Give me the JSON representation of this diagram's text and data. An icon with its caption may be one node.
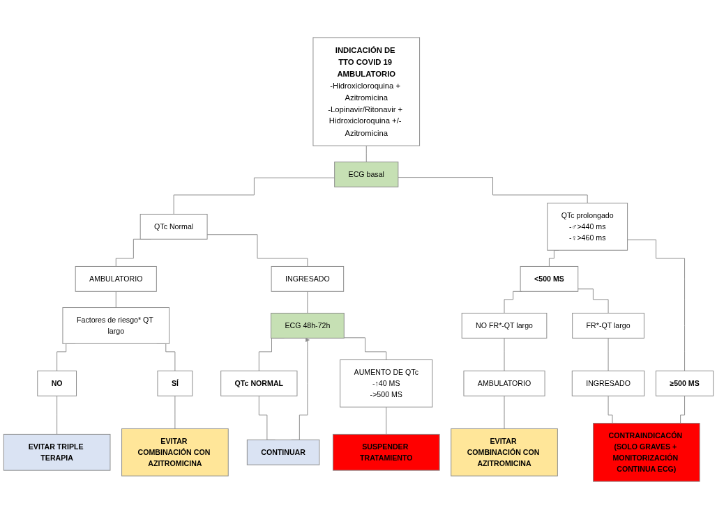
{
  "diagram": {
    "nodes": [
      {
        "text": [
          "INDICACIÓN DE TTO COVID 19 AMBULATORIO",
          "-Hidroxicloroquina + Azitromicina",
          "-Lopinavir/Ritonavir + Hidroxicloroquina +/- Azitromicina"
        ]
      },
      {
        "text": [
          "ECG basal"
        ]
      },
      {
        "text": [
          "QTc Normal"
        ]
      },
      {
        "text": [
          "QTc prolongado",
          "-♂>440 ms",
          "-♀>460 ms"
        ]
      },
      {
        "text": [
          "AMBULATORIO"
        ]
      },
      {
        "text": [
          "INGRESADO"
        ]
      },
      {
        "text": [
          "<500 MS"
        ]
      },
      {
        "text": [
          "≥500 MS"
        ]
      },
      {
        "text": [
          "Factores de riesgo* QT largo"
        ]
      },
      {
        "text": [
          "ECG 48h-72h"
        ]
      },
      {
        "text": [
          "NO FR*-QT largo"
        ]
      },
      {
        "text": [
          "FR*-QT largo"
        ]
      },
      {
        "text": [
          "NO"
        ]
      },
      {
        "text": [
          "SÍ"
        ]
      },
      {
        "text": [
          "QTc NORMAL"
        ]
      },
      {
        "text": [
          "AUMENTO DE QTc",
          "-↑40 MS",
          "->500 MS"
        ]
      },
      {
        "text": [
          "AMBULATORIO"
        ]
      },
      {
        "text": [
          "INGRESADO"
        ]
      },
      {
        "text": [
          "EVITAR TRIPLE TERAPIA"
        ]
      },
      {
        "text": [
          "EVITAR COMBINACIÓN CON AZITROMICINA"
        ]
      },
      {
        "text": [
          "CONTINUAR"
        ]
      },
      {
        "text": [
          "SUSPENDER TRATAMIENTO"
        ]
      },
      {
        "text": [
          "EVITAR COMBINACIÓN CON AZITROMICINA"
        ]
      },
      {
        "text": [
          "CONTRAINDICACÓN (SOLO GRAVES + MONITORIZACIÓN CONTINUA ECG)"
        ]
      }
    ],
    "edges": [
      {
        "from": 0,
        "to": 1,
        "arrow": "none"
      },
      {
        "from": 1,
        "to": 2,
        "arrow": "none"
      },
      {
        "from": 1,
        "to": 3,
        "arrow": "none"
      },
      {
        "from": 2,
        "to": 4,
        "arrow": "none"
      },
      {
        "from": 2,
        "to": 5,
        "arrow": "none"
      },
      {
        "from": 3,
        "to": 6,
        "arrow": "none"
      },
      {
        "from": 3,
        "to": 7,
        "arrow": "none"
      },
      {
        "from": 4,
        "to": 8,
        "arrow": "none"
      },
      {
        "from": 5,
        "to": 9,
        "arrow": "none"
      },
      {
        "from": 6,
        "to": 10,
        "arrow": "none"
      },
      {
        "from": 6,
        "to": 11,
        "arrow": "none"
      },
      {
        "from": 8,
        "to": 12,
        "arrow": "none"
      },
      {
        "from": 8,
        "to": 13,
        "arrow": "none"
      },
      {
        "from": 9,
        "to": 14,
        "arrow": "none"
      },
      {
        "from": 9,
        "to": 15,
        "arrow": "none"
      },
      {
        "from": 10,
        "to": 16,
        "arrow": "none"
      },
      {
        "from": 11,
        "to": 17,
        "arrow": "none"
      },
      {
        "from": 12,
        "to": 18,
        "arrow": "none"
      },
      {
        "from": 13,
        "to": 19,
        "arrow": "none"
      },
      {
        "from": 14,
        "to": 20,
        "arrow": "none"
      },
      {
        "from": 15,
        "to": 21,
        "arrow": "none"
      },
      {
        "from": 16,
        "to": 22,
        "arrow": "none"
      },
      {
        "from": 17,
        "to": 23,
        "arrow": "none"
      },
      {
        "from": 20,
        "to": 9,
        "arrow": "to"
      },
      {
        "from": 7,
        "to": 23,
        "arrow": "none"
      }
    ]
  }
}
